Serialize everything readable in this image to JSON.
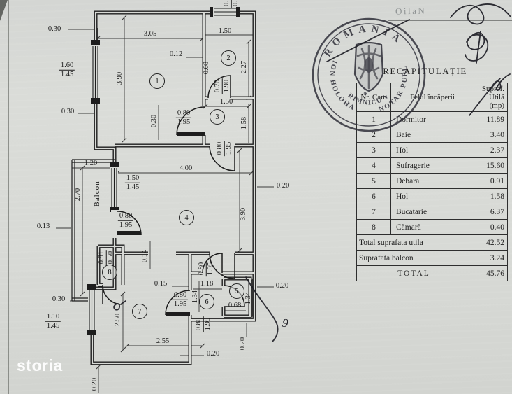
{
  "watermark": "storia",
  "faint_header_text": "OilaN",
  "handwriting": {
    "figure_note": "9"
  },
  "stamp": {
    "country": "ROMANIA",
    "name": "ION HOLOHAN",
    "title": "NOTAR PUBLIC",
    "city": "RIMNICU VILCEA",
    "star": "*"
  },
  "recap_table": {
    "title": "RECAPITULAȚIE",
    "columns": {
      "col1": "Nr. Cam",
      "col2": "Felul încăperii",
      "col3_line1": "Supraf.",
      "col3_line2": "Utilă",
      "col3_line3": "(mp)"
    },
    "rows": [
      {
        "nr": "1",
        "name": "Dormitor",
        "area": "11.89"
      },
      {
        "nr": "2",
        "name": "Baie",
        "area": "3.40"
      },
      {
        "nr": "3",
        "name": "Hol",
        "area": "2.37"
      },
      {
        "nr": "4",
        "name": "Sufragerie",
        "area": "15.60"
      },
      {
        "nr": "5",
        "name": "Debara",
        "area": "0.91"
      },
      {
        "nr": "6",
        "name": "Hol",
        "area": "1.58"
      },
      {
        "nr": "7",
        "name": "Bucatarie",
        "area": "6.37"
      },
      {
        "nr": "8",
        "name": "Cămară",
        "area": "0.40"
      }
    ],
    "total_util_label": "Total suprafata utila",
    "total_util_value": "42.52",
    "balcony_label": "Suprafata balcon",
    "balcony_value": "3.24",
    "total_label": "TOTAL",
    "total_value": "45.76"
  },
  "plan": {
    "balcony_label": "Balcon",
    "rooms": [
      {
        "n": "1"
      },
      {
        "n": "2"
      },
      {
        "n": "3"
      },
      {
        "n": "4"
      },
      {
        "n": "5"
      },
      {
        "n": "6"
      },
      {
        "n": "7"
      },
      {
        "n": "8"
      }
    ],
    "dims": {
      "u_030_a": "0.30",
      "u_305": "3.05",
      "u_150_a": "1.50",
      "u_012": "0.12",
      "u_008": "0.08",
      "u_227": "2.27",
      "u_390": "3.90",
      "u_030_b": "0.30",
      "u_030_v": "0.30",
      "u_150_b": "1.50",
      "u_158": "1.58",
      "m_120": "1.20",
      "m_270": "2.70",
      "m_400": "4.00",
      "m_020": "0.20",
      "m_013": "0.13",
      "m_390": "3.90",
      "m_014": "0.14",
      "l_015": "0.15",
      "l_118": "1.18",
      "l_068": "0.68",
      "l_134_a": "1.34",
      "l_134_b": "1.34",
      "l_250": "2.50",
      "l_030": "0.30",
      "l_255": "2.55",
      "l_020_a": "0.20",
      "l_020_b": "0.20",
      "l_020_c": "0.20",
      "l_020_d": "0.20"
    },
    "fracs": {
      "f_win1": {
        "num": "1.60",
        "den": "1.45"
      },
      "f_d1": {
        "num": "0.80",
        "den": "1.95"
      },
      "f_d2": {
        "num": "0.70",
        "den": "1.90"
      },
      "f_d3": {
        "num": "0.80",
        "den": "1.95"
      },
      "f_win2": {
        "num": "1.50",
        "den": "1.45"
      },
      "f_dbal": {
        "num": "0.80",
        "den": "1.95"
      },
      "f_r8": {
        "num": "0.81",
        "den": "0.50"
      },
      "f_d5": {
        "num": "0.80",
        "den": "1.95"
      },
      "f_d6": {
        "num": "0.80",
        "den": "1.95"
      },
      "f_d7": {
        "num": "0.80",
        "den": "1.95"
      },
      "f_win3": {
        "num": "1.10",
        "den": "1.45"
      },
      "f_top": {
        "num": "0.",
        "den": "0."
      }
    }
  }
}
